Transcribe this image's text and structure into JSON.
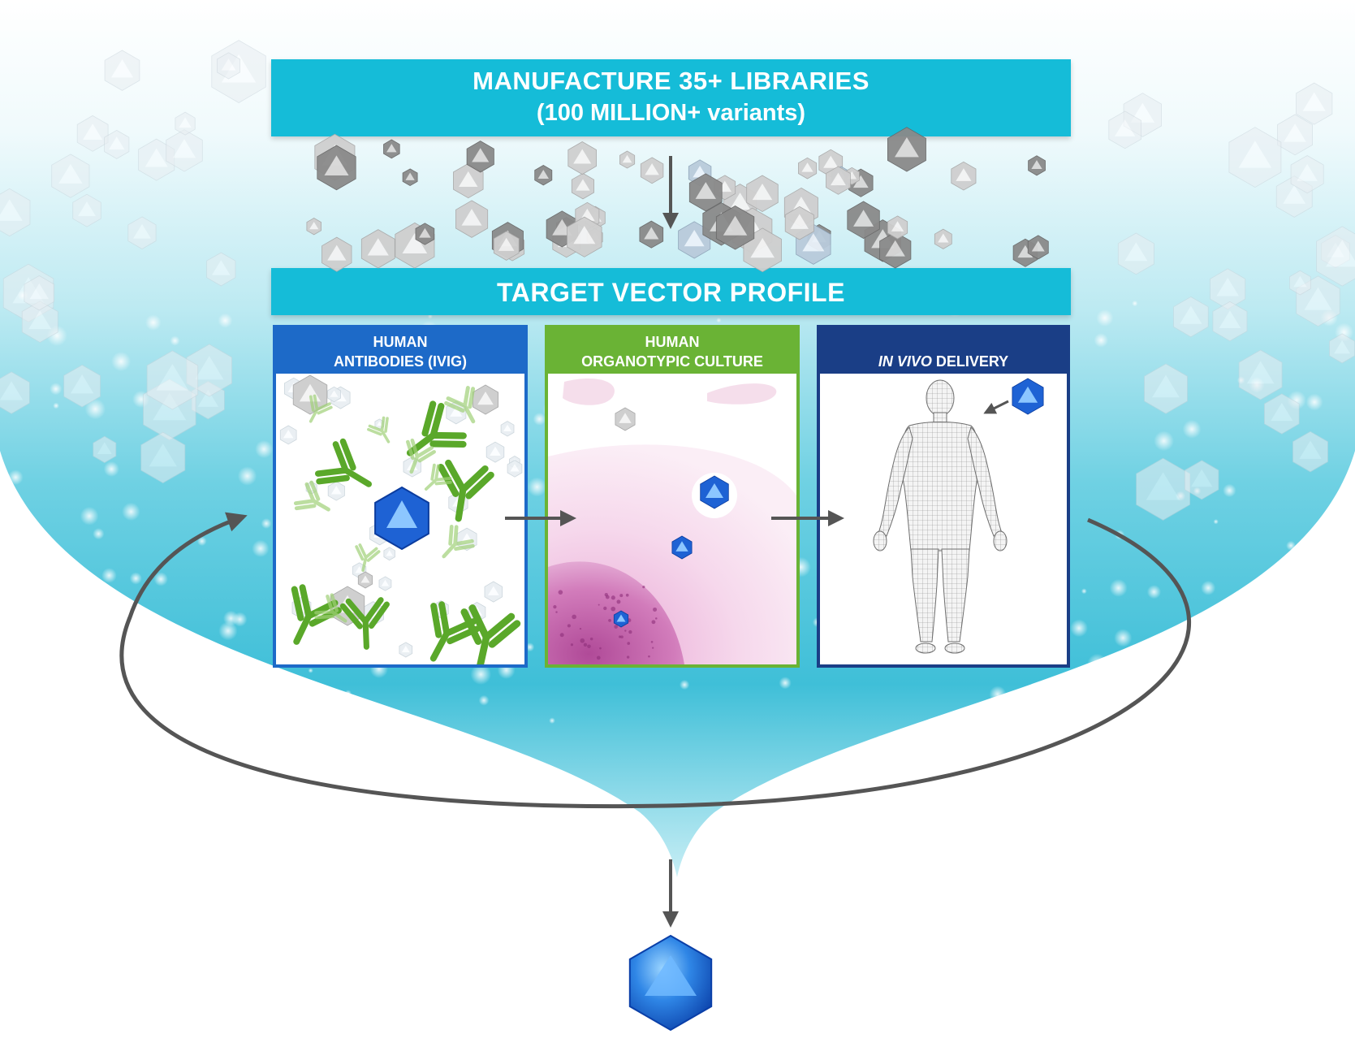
{
  "banners": {
    "libraries_line1": "MANUFACTURE 35+ LIBRARIES",
    "libraries_line2": "(100 MILLION+ variants)",
    "profile": "TARGET VECTOR PROFILE"
  },
  "panels": {
    "ivig": {
      "line1": "HUMAN",
      "line2": "ANTIBODIES (IVIG)"
    },
    "organo": {
      "line1": "HUMAN",
      "line2": "ORGANOTYPIC CULTURE"
    },
    "invivo": {
      "italic": "IN VIVO",
      "rest": " DELIVERY"
    }
  },
  "colors": {
    "banner": "#15bcd8",
    "ivig": "#1d6ac8",
    "organotypic": "#6ab335",
    "in_vivo": "#1a3e86",
    "funnel": "#5ccde0",
    "capsid_blue": "#1f6fe0"
  }
}
